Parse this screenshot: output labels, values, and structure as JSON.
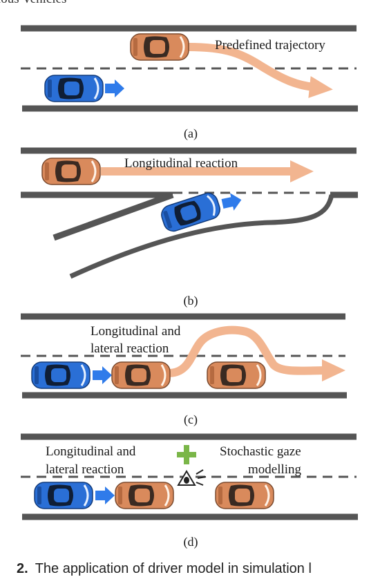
{
  "header_fragment": "ious Vehicles",
  "footer_fragment": {
    "number": "2.",
    "text": "The application of driver model in simulation l"
  },
  "colors": {
    "road": "#555555",
    "ego_car": "#2a6fd6",
    "other_car": "#d98a5c",
    "trajectory": "#f2b590",
    "gaze_plus": "#7ab648"
  },
  "panels": [
    {
      "label": "(a)",
      "annotations": [
        "Predefined trajectory"
      ]
    },
    {
      "label": "(b)",
      "annotations": [
        "Longitudinal reaction"
      ]
    },
    {
      "label": "(c)",
      "annotations": [
        "Longitudinal and",
        "lateral reaction"
      ]
    },
    {
      "label": "(d)",
      "annotations": [
        "Longitudinal and",
        "lateral reaction",
        "Stochastic gaze",
        "modelling"
      ]
    }
  ]
}
